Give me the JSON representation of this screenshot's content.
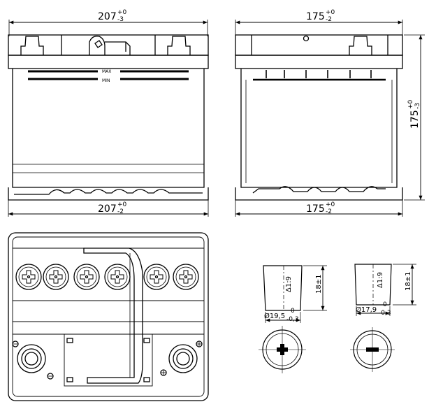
{
  "front_view": {
    "top_dimension": {
      "value": "207",
      "upper_tol": "+0",
      "lower_tol": "-3"
    },
    "bottom_dimension": {
      "value": "207",
      "upper_tol": "+0",
      "lower_tol": "-2"
    },
    "max_label": "MAX",
    "min_label": "MIN"
  },
  "side_view": {
    "top_dimension": {
      "value": "175",
      "upper_tol": "+0",
      "lower_tol": "-2"
    },
    "bottom_dimension": {
      "value": "175",
      "upper_tol": "+0",
      "lower_tol": "-2"
    },
    "height_dimension": {
      "value": "175",
      "upper_tol": "+0",
      "lower_tol": "-3"
    }
  },
  "terminal_positive": {
    "taper": "Δ1:9",
    "height": "18±1",
    "diameter": "Ø19,5",
    "dia_upper_tol": "0",
    "dia_lower_tol": "-0,3"
  },
  "terminal_negative": {
    "taper": "Δ1:9",
    "height": "18±1",
    "diameter": "Ø17,9",
    "dia_upper_tol": "0",
    "dia_lower_tol": "-0,3"
  }
}
